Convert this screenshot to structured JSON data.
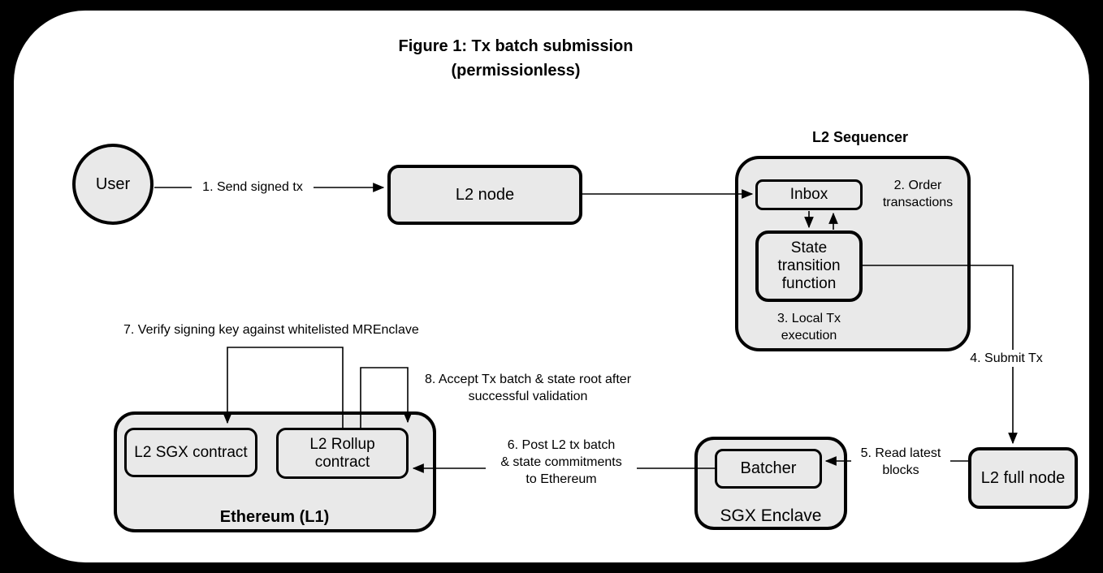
{
  "title": "Figure 1: Tx batch submission\n(permissionless)",
  "nodes": {
    "user": "User",
    "l2_node": "L2 node",
    "inbox": "Inbox",
    "state_transition_function": "State\ntransition\nfunction",
    "l2_full_node": "L2 full node",
    "batcher": "Batcher",
    "l2_sgx_contract": "L2 SGX contract",
    "l2_rollup_contract": "L2 Rollup\ncontract"
  },
  "groups": {
    "l2_sequencer": "L2 Sequencer",
    "sgx_enclave": "SGX Enclave",
    "ethereum_l1": "Ethereum (L1)"
  },
  "labels": {
    "step1": "1. Send signed tx",
    "step2": "2. Order\ntransactions",
    "step3": "3. Local Tx\nexecution",
    "step4": "4. Submit Tx",
    "step5": "5. Read latest\nblocks",
    "step6": "6. Post L2 tx batch\n& state commitments\nto Ethereum",
    "step7": "7. Verify signing key against whitelisted MREnclave",
    "step8": "8. Accept Tx batch & state root after\nsuccessful validation"
  },
  "colors": {
    "page_background": "#000000",
    "canvas_background": "#ffffff",
    "node_fill": "#e9e9e9",
    "stroke": "#000000"
  }
}
